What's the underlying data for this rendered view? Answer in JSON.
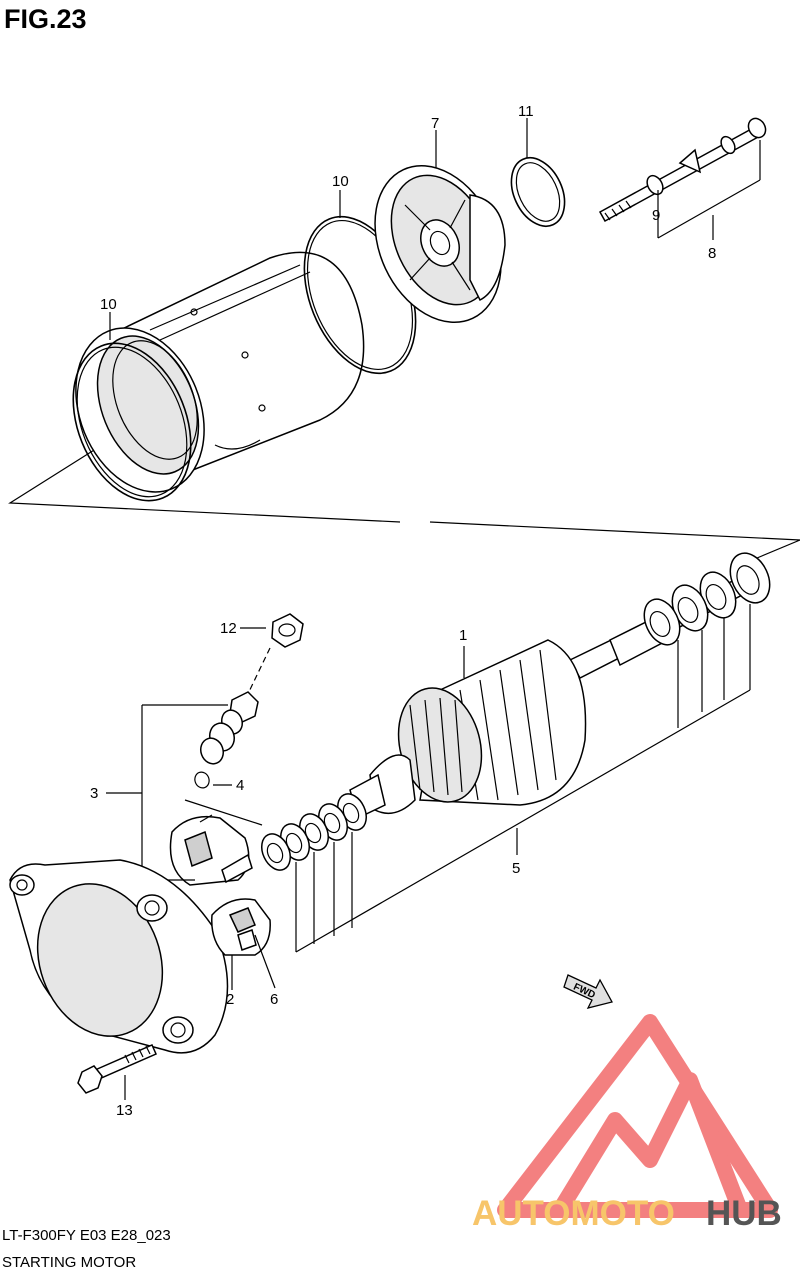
{
  "figure": {
    "title": "FIG.23",
    "model_code": "LT-F300FY E03 E28_023",
    "assembly_name": "STARTING MOTOR"
  },
  "callouts": {
    "c1": "1",
    "c2": "2",
    "c3": "3",
    "c4": "4",
    "c5": "5",
    "c6": "6",
    "c7": "7",
    "c8": "8",
    "c9": "9",
    "c10a": "10",
    "c10b": "10",
    "c11": "11",
    "c12": "12",
    "c13": "13"
  },
  "direction_marker": {
    "label": "FWD"
  },
  "watermark": {
    "brand_colored": "AUTOMOTO",
    "brand_dark": "HUB",
    "color_main": "#f26a6a",
    "color_light": "#f7c56a",
    "color_dark": "#555555"
  }
}
